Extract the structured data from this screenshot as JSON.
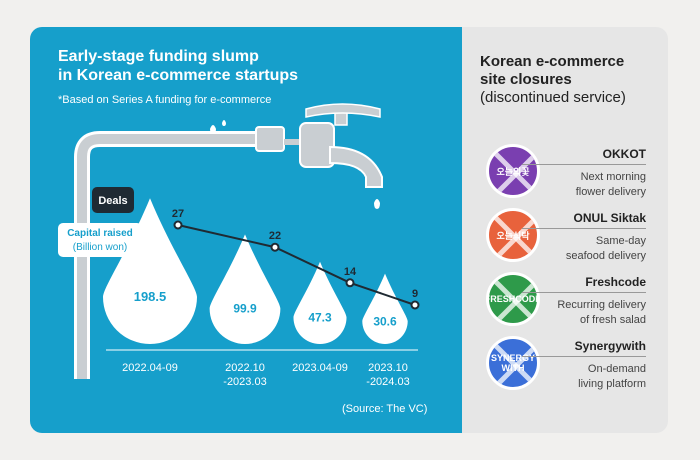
{
  "left": {
    "title_line1": "Early-stage funding slump",
    "title_line2": "in Korean e-commerce startups",
    "subtitle": "*Based on Series A funding for e-commerce",
    "deals_label": "Deals",
    "capital_label_line1": "Capital raised",
    "capital_label_line2": "(Billion won)",
    "source": "(Source: The VC)"
  },
  "chart_data": {
    "type": "line",
    "title": "Early-stage funding slump in Korean e-commerce startups",
    "categories": [
      "2022.04-09",
      "2022.10-2023.03",
      "2023.04-09",
      "2023.10-2024.03"
    ],
    "category_lines": [
      [
        "2022.04-09"
      ],
      [
        "2022.10",
        "-2023.03"
      ],
      [
        "2023.04-09"
      ],
      [
        "2023.10",
        "-2024.03"
      ]
    ],
    "series": [
      {
        "name": "Deals",
        "values": [
          27,
          22,
          14,
          9
        ]
      },
      {
        "name": "Capital raised (Billion won)",
        "values": [
          198.5,
          99.9,
          47.3,
          30.6
        ]
      }
    ],
    "colors": {
      "deals_line": "#1f2a33",
      "drop": "#ffffff",
      "drop_text": "#169fcb",
      "background": "#169fcb"
    }
  },
  "right": {
    "title_line1": "Korean e-commerce",
    "title_line2": "site closures",
    "title_line3": "(discontinued service)",
    "sites": [
      {
        "name": "OKKOT",
        "desc1": "Next morning",
        "desc2": "flower delivery",
        "logo_text": "오늘의꽃",
        "color": "#7a3fb0",
        "icon": "okkot-logo-icon"
      },
      {
        "name": "ONUL Siktak",
        "desc1": "Same-day",
        "desc2": "seafood delivery",
        "logo_text": "오늘식탁",
        "color": "#e8623c",
        "icon": "onul-siktak-logo-icon"
      },
      {
        "name": "Freshcode",
        "desc1": "Recurring delivery",
        "desc2": "of fresh salad",
        "logo_text": "FRESHCODE",
        "color": "#2e9a4a",
        "icon": "freshcode-logo-icon"
      },
      {
        "name": "Synergywith",
        "desc1": "On-demand",
        "desc2": "living platform",
        "logo_text": "SYNERGY WITH",
        "color": "#3b6fd8",
        "icon": "synergywith-logo-icon"
      }
    ]
  }
}
